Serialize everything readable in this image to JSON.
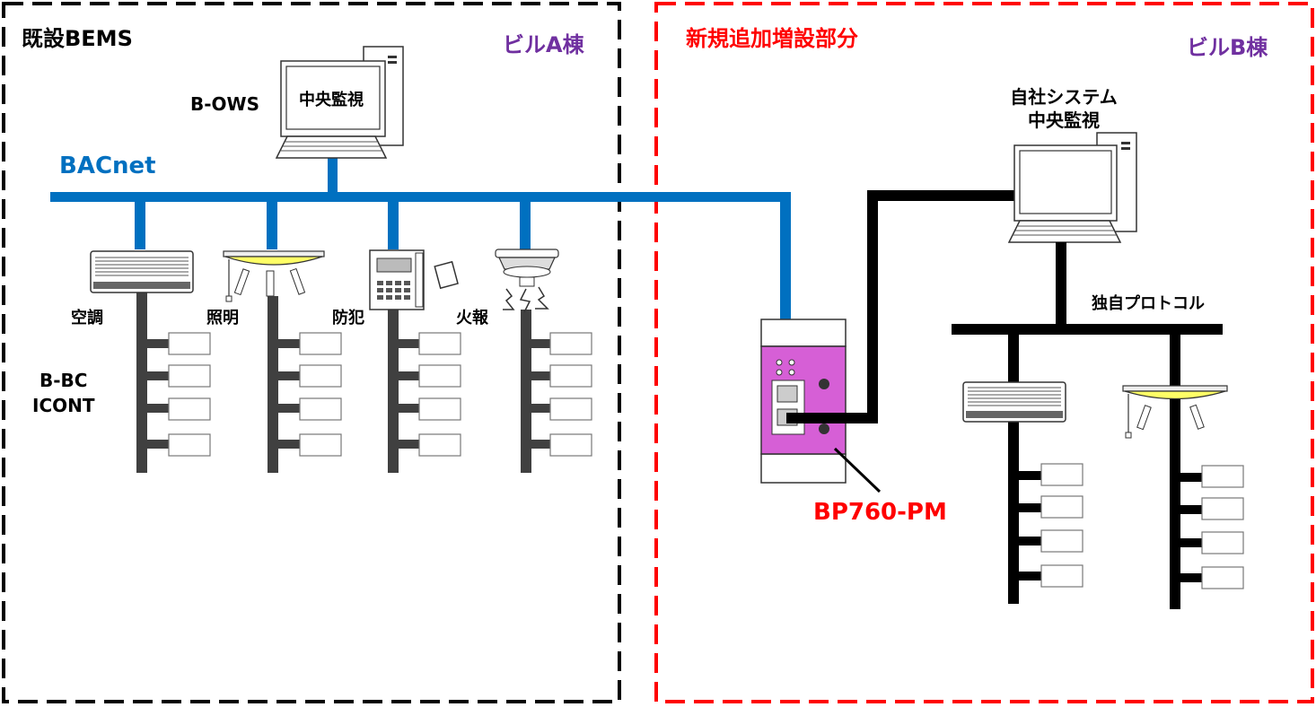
{
  "areas": {
    "existing": {
      "title": "既設BEMS",
      "building": "ビルA棟"
    },
    "new": {
      "title": "新規追加増設部分",
      "building": "ビルB棟"
    }
  },
  "network": {
    "bacnet_label": "BACnet",
    "proprietary_label": "独自プロトコル"
  },
  "workstations": {
    "b_ows_label": "B-OWS",
    "a_screen_text": "中央監視",
    "b_label_line1": "自社システム",
    "b_label_line2": "中央監視"
  },
  "devices": {
    "hvac": "空調",
    "lighting": "照明",
    "security": "防犯",
    "fire": "火報"
  },
  "controller_label_line1": "B-BC",
  "controller_label_line2": "ICONT",
  "gateway_label": "BP760-PM",
  "colors": {
    "bacnet": "#0070c0",
    "existing_border": "#000000",
    "new_border": "#ff0000",
    "new_title": "#ff0000",
    "building_label": "#7030a0",
    "gateway_body": "#d65fd6",
    "bus_gray": "#404040",
    "lamp_yellow": "#ffff66"
  }
}
